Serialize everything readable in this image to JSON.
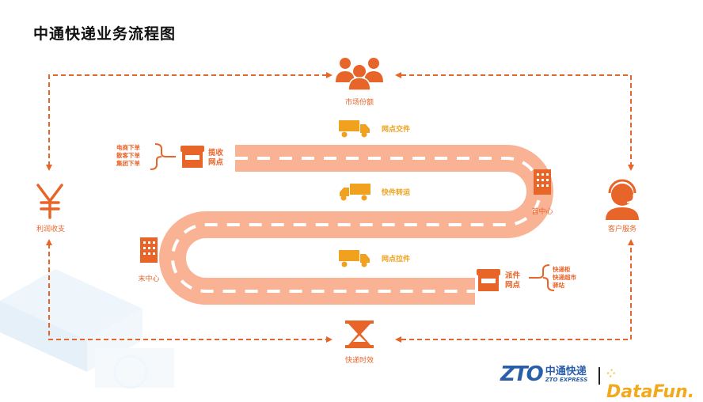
{
  "title": "中通快递业务流程图",
  "colors": {
    "accent": "#e8652a",
    "road": "#f9b294",
    "truck": "#f0a21e",
    "zto_blue": "#2b5ea8",
    "datafun_yellow": "#f2a91e"
  },
  "nodes": {
    "market_share": {
      "label": "市场份额",
      "icon": "people-group-icon"
    },
    "profit": {
      "label": "利润收支",
      "icon": "yen-icon"
    },
    "customer_service": {
      "label": "客户服务",
      "icon": "headset-agent-icon"
    },
    "delivery_time": {
      "label": "快递时效",
      "icon": "hourglass-icon"
    },
    "pickup_outlet": {
      "label_line1": "揽收",
      "label_line2": "网点",
      "icon": "storefront-icon"
    },
    "first_center": {
      "label": "首中心",
      "icon": "building-icon"
    },
    "last_center": {
      "label": "末中心",
      "icon": "building-icon"
    },
    "dispatch_outlet": {
      "label_line1": "派件",
      "label_line2": "网点",
      "icon": "storefront-icon"
    }
  },
  "order_sources": [
    "电商下单",
    "散客下单",
    "集团下单"
  ],
  "delivery_endpoints": [
    "快递柜",
    "快递超市",
    "驿站"
  ],
  "trucks": [
    {
      "label": "网点交件",
      "icon": "truck-icon"
    },
    {
      "label": "快件转运",
      "icon": "truck-icon"
    },
    {
      "label": "网点拉件",
      "icon": "truck-icon"
    }
  ],
  "logos": {
    "zto_mark": "ZTO",
    "zto_cn": "中通快递",
    "zto_en": "ZTO EXPRESS",
    "datafun": "DataFun."
  }
}
